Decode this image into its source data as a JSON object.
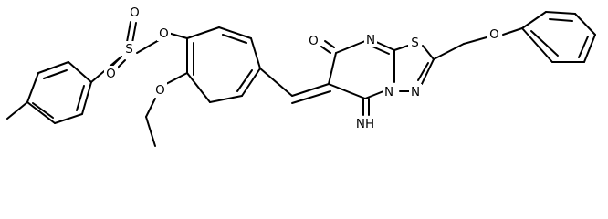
{
  "atom_labels": {
    "sulfonyl_s": "S",
    "sulfonyl_o_top": "O",
    "sulfonyl_o_bottom": "O",
    "ester_o": "O",
    "ethoxy_o": "O",
    "carbonyl_o": "O",
    "pyrimidine_n": "N",
    "thiadiazole_s": "S",
    "thiadiazole_n_bridge": "N",
    "thiadiazole_n": "N",
    "imine_nh": "NH",
    "phenoxy_o": "O"
  },
  "colors": {
    "bond": "#000000",
    "label": "#000000",
    "background": "#ffffff"
  }
}
